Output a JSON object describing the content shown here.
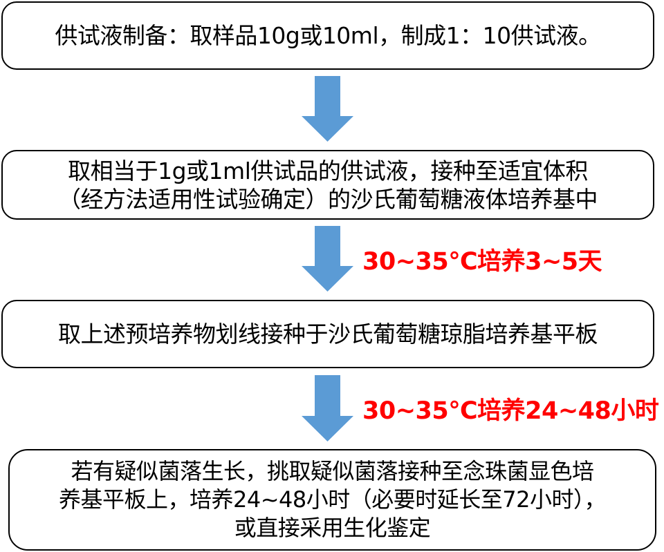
{
  "flowchart": {
    "arrow_color": "#5b9bd5",
    "label_color": "#ff0000",
    "steps": [
      {
        "id": "step-1",
        "lines": [
          "供试液制备：取样品10g或10ml，制成1：10供试液。"
        ]
      },
      {
        "id": "step-2",
        "lines": [
          "取相当于1g或1ml供试品的供试液，接种至适宜体积",
          "（经方法适用性试验确定）的沙氏葡萄糖液体培养基中"
        ]
      },
      {
        "id": "step-3",
        "lines": [
          "取上述预培养物划线接种于沙氏葡萄糖琼脂培养基平板"
        ]
      },
      {
        "id": "step-4",
        "lines": [
          "若有疑似菌落生长，挑取疑似菌落接种至念珠菌显色培",
          "养基平板上，培养24~48小时（必要时延长至72小时），",
          "或直接采用生化鉴定"
        ]
      }
    ],
    "arrows": [
      {
        "from": "step-1",
        "to": "step-2",
        "label": ""
      },
      {
        "from": "step-2",
        "to": "step-3",
        "label": "30~35℃培养3~5天"
      },
      {
        "from": "step-3",
        "to": "step-4",
        "label": "30~35℃培养24~48小时"
      }
    ]
  }
}
